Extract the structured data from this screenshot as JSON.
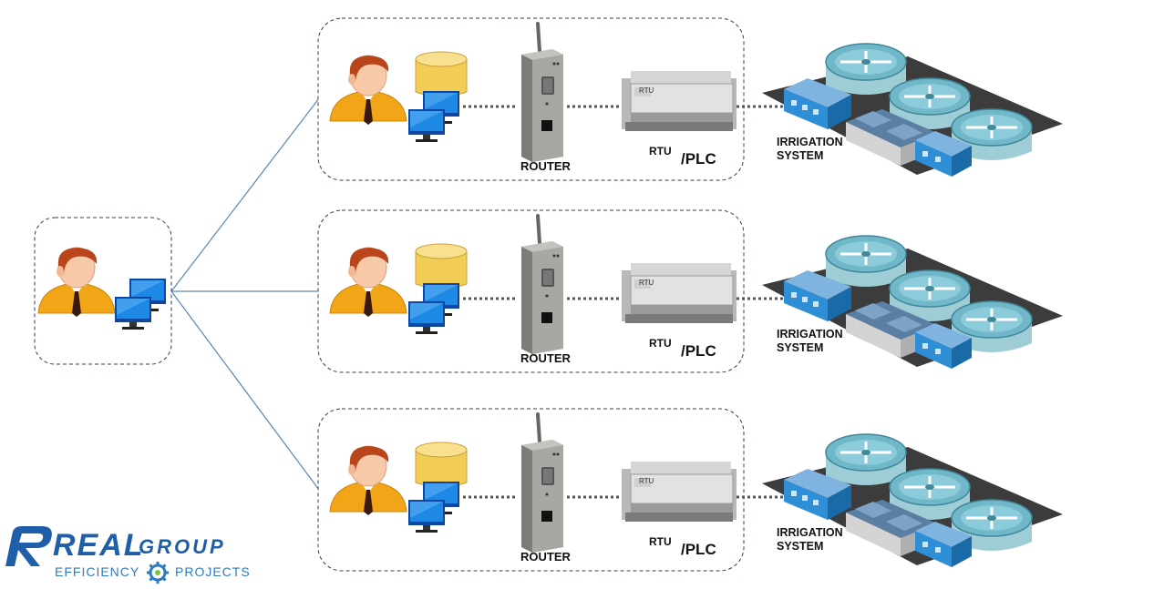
{
  "labels": {
    "router": "ROUTER",
    "rtu": "RTU",
    "plc": "/PLC",
    "irrigation_line1": "IRRIGATION",
    "irrigation_line2": "SYSTEM",
    "rtu_panel": "RTU"
  },
  "rows": [
    {
      "name": "site-1"
    },
    {
      "name": "site-2"
    },
    {
      "name": "site-3"
    }
  ],
  "logo": {
    "word_main": "REAL",
    "word_group": "GROUP",
    "left_text": "EFFICIENCY",
    "right_text": "PROJECTS"
  },
  "icons": [
    "operator-icon",
    "database-icon",
    "monitor-icon",
    "router-icon",
    "rtu-plc-icon",
    "irrigation-plant-icon",
    "gear-icon"
  ],
  "colors": {
    "box_border": "#2f3e4f",
    "connector": "#5a86b5",
    "dots": "#555555",
    "shirt": "#f2a516",
    "hair": "#b9461a",
    "monitor": "#1565c0",
    "database": "#f5d46a",
    "water": "#6fb7c9",
    "building": "#2f8fd6",
    "brand": "#1f5ea8"
  }
}
